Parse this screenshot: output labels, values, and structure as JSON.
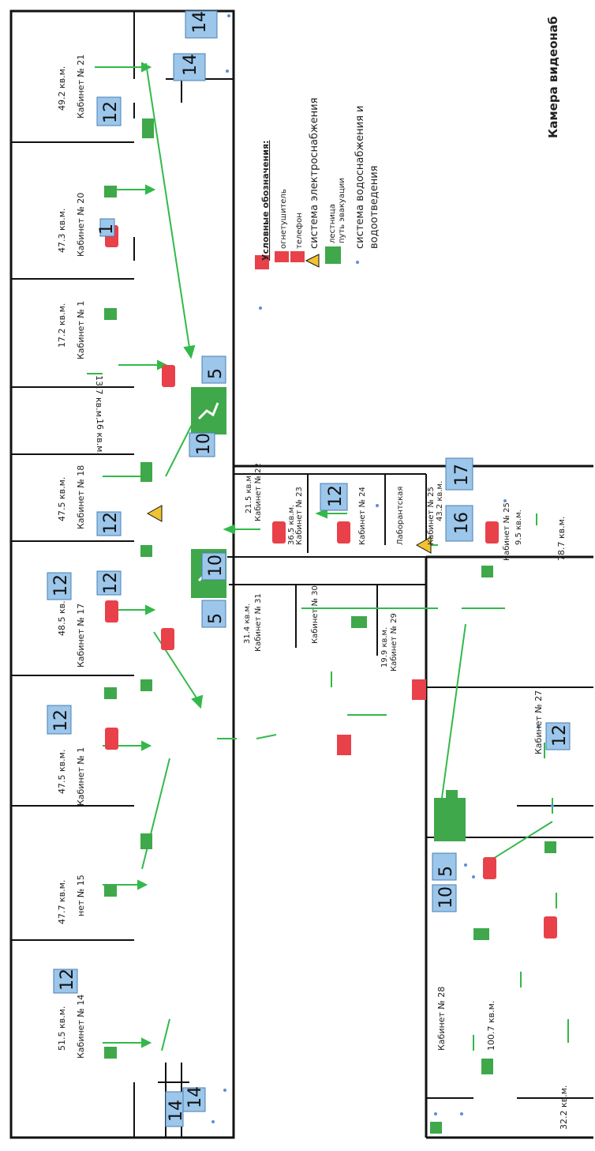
{
  "camera_label": "Камера видеонаб",
  "legend": {
    "title": "Условные обозначения:",
    "items": [
      {
        "label": "огнетушитель",
        "icon": "extinguisher-icon"
      },
      {
        "label": "телефон",
        "icon": "phone-icon"
      },
      {
        "label": "система электроснабжения",
        "icon": "electric-warning-icon"
      },
      {
        "label": "лестница",
        "icon": "stairs-icon"
      },
      {
        "label": "путь эвакуации",
        "icon": "evacuation-exit-icon"
      },
      {
        "label": "система водоснабжения и",
        "icon": "water-icon"
      },
      {
        "label": "водоотведения",
        "icon": ""
      }
    ]
  },
  "rooms": [
    {
      "id": "r14",
      "name": "Кабинет № 14",
      "area": "51.5 кв.м."
    },
    {
      "id": "r15",
      "name": "нет № 15",
      "area": "47.7 кв.м."
    },
    {
      "id": "r16",
      "name": "Кабинет № 1",
      "area": "47.5 кв.м."
    },
    {
      "id": "r17",
      "name": "Кабинет № 17",
      "area": "48.5 кв.м."
    },
    {
      "id": "r18",
      "name": "Кабинет № 18",
      "area": "47.5 кв.м."
    },
    {
      "id": "r18b",
      "name": "",
      "area": "16 кв.м."
    },
    {
      "id": "r18c",
      "name": "",
      "area": "13.7 кв.м."
    },
    {
      "id": "r19",
      "name": "Кабинет № 1",
      "area": "17.2 кв.м."
    },
    {
      "id": "r20",
      "name": "Кабинет № 20",
      "area": "47.3 кв.м."
    },
    {
      "id": "r21",
      "name": "Кабинет № 21",
      "area": "49.2 кв.м."
    },
    {
      "id": "r22",
      "name": "Кабинет № 22",
      "area": "21.5 кв.м."
    },
    {
      "id": "r23",
      "name": "Кабинет № 23",
      "area": "36.5 кв.м."
    },
    {
      "id": "r24",
      "name": "Кабинет № 24",
      "area": ""
    },
    {
      "id": "rlab",
      "name": "Лаборантская",
      "area": ""
    },
    {
      "id": "r25",
      "name": "Кабинет № 25",
      "area": "43.2 кв.м."
    },
    {
      "id": "r25b",
      "name": "Кабинет № 25",
      "area": "9.5 кв.м."
    },
    {
      "id": "r26",
      "name": "",
      "area": "78.7 кв.м."
    },
    {
      "id": "r27",
      "name": "Кабинет № 27",
      "area": ""
    },
    {
      "id": "r28",
      "name": "Кабинет № 28",
      "area": "100.7 кв.м."
    },
    {
      "id": "r29",
      "name": "Кабинет № 29",
      "area": "19.9 кв.м."
    },
    {
      "id": "r30",
      "name": "Кабинет № 30",
      "area": ""
    },
    {
      "id": "r31",
      "name": "Кабинет № 31",
      "area": "31.4 кв.м."
    },
    {
      "id": "rcorner",
      "name": "",
      "area": "32.2 кв.м."
    }
  ],
  "markers": [
    "14",
    "12",
    "1",
    "5",
    "10",
    "12",
    "12",
    "12",
    "12",
    "5",
    "10",
    "14",
    "14",
    "14",
    "12",
    "12",
    "16",
    "17",
    "12",
    "10",
    "5"
  ],
  "colors": {
    "marker_fill": "#9cc6ea",
    "arrow": "#33b94a",
    "extinguisher": "#e8414a",
    "stairs": "#3fa84a",
    "warning": "#f1c232"
  }
}
